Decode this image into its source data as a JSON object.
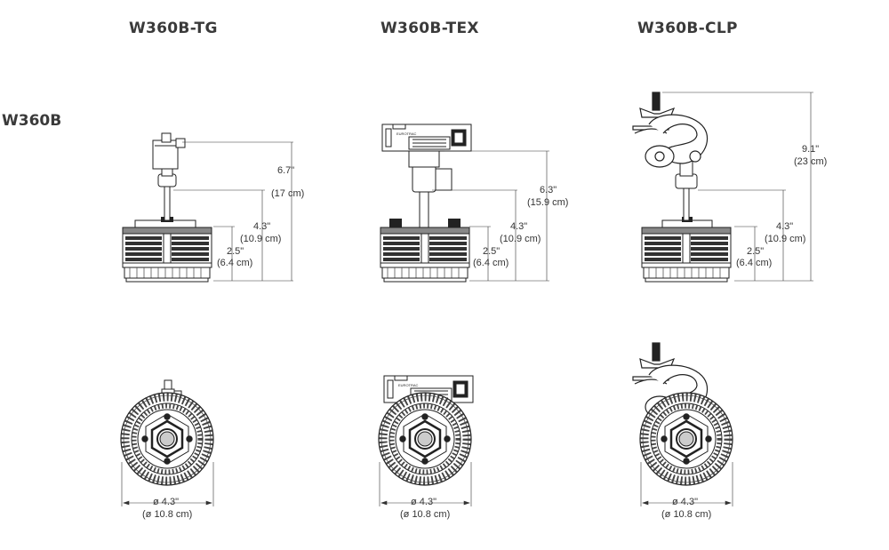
{
  "headers": {
    "tg": "W360B-TG",
    "tex": "W360B-TEX",
    "clp": "W360B-CLP"
  },
  "row_label": "W360B",
  "dims": {
    "tg_total_in": "6.7\"",
    "tg_total_cm": "(17 cm)",
    "tex_total_in": "6.3\"",
    "tex_total_cm": "(15.9 cm)",
    "clp_total_in": "9.1\"",
    "clp_total_cm": "(23 cm)",
    "mid_in": "4.3\"",
    "mid_cm": "(10.9 cm)",
    "low_in": "2.5\"",
    "low_cm": "(6.4 cm)",
    "dia_in": "ø 4.3\"",
    "dia_cm": "(ø 10.8 cm)"
  },
  "adapter_brand": "EUROTRAC"
}
